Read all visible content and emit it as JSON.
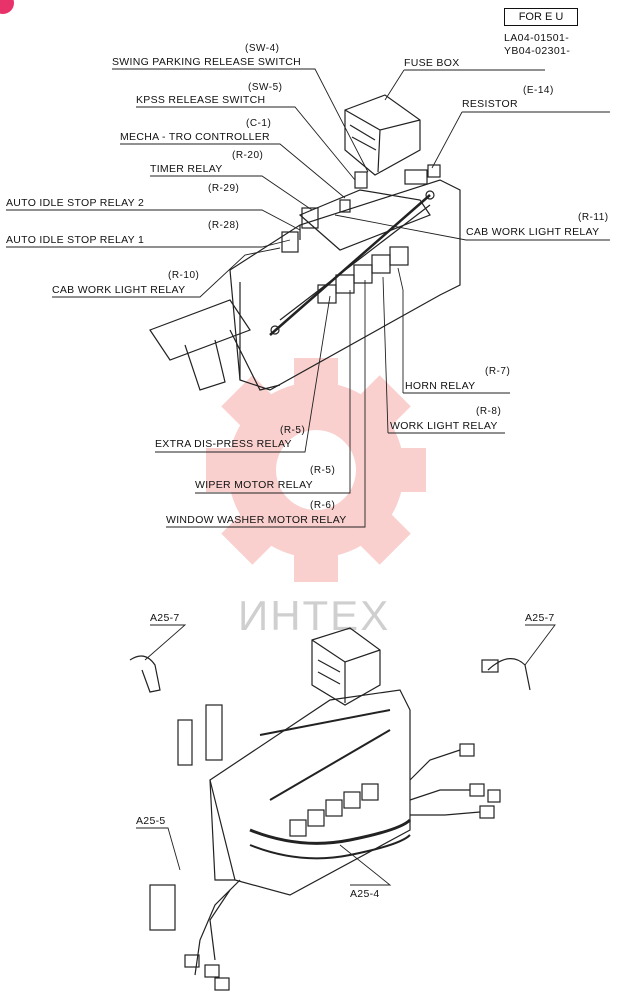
{
  "region_badge": "FOR E U",
  "serials": [
    "LA04-01501-",
    "YB04-02301-"
  ],
  "watermark": "ИНТЕХ",
  "upper_labels": [
    {
      "code": "(SW-4)",
      "name": "SWING PARKING RELEASE SWITCH"
    },
    {
      "code": "",
      "name": "FUSE BOX"
    },
    {
      "code": "(SW-5)",
      "name": "KPSS RELEASE SWITCH"
    },
    {
      "code": "(E-14)",
      "name": "RESISTOR"
    },
    {
      "code": "(C-1)",
      "name": "MECHA - TRO CONTROLLER"
    },
    {
      "code": "(R-20)",
      "name": "TIMER RELAY"
    },
    {
      "code": "(R-29)",
      "name": "AUTO IDLE STOP RELAY 2"
    },
    {
      "code": "(R-11)",
      "name": "CAB WORK LIGHT RELAY"
    },
    {
      "code": "(R-28)",
      "name": "AUTO IDLE STOP RELAY 1"
    },
    {
      "code": "(R-10)",
      "name": "CAB WORK LIGHT RELAY"
    },
    {
      "code": "(R-7)",
      "name": "HORN RELAY"
    },
    {
      "code": "(R-8)",
      "name": "WORK LIGHT RELAY"
    },
    {
      "code": "(R-5)",
      "name": "EXTRA DIS-PRESS RELAY"
    },
    {
      "code": "(R-5)",
      "name": "WIPER MOTOR RELAY"
    },
    {
      "code": "(R-6)",
      "name": "WINDOW WASHER MOTOR RELAY"
    }
  ],
  "lower_labels": [
    "A25-7",
    "A25-7",
    "A25-5",
    "A25-4"
  ]
}
